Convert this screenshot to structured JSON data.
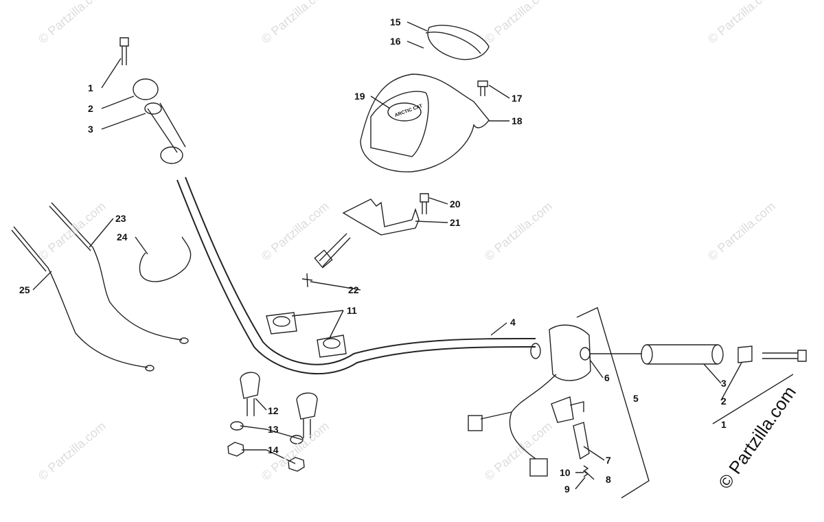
{
  "watermark_text": "© Partzilla.com",
  "credit_text": "© Partzilla.com",
  "emblem_text": "ARCTIC CAT",
  "callouts": [
    "1",
    "2",
    "3",
    "15",
    "16",
    "17",
    "18",
    "19",
    "20",
    "21",
    "22",
    "23",
    "24",
    "25",
    "4",
    "11",
    "6",
    "5",
    "3",
    "2",
    "1",
    "12",
    "13",
    "14",
    "7",
    "8",
    "10",
    "9"
  ],
  "colors": {
    "line": "#222222",
    "watermark": "#d9d9d9"
  }
}
